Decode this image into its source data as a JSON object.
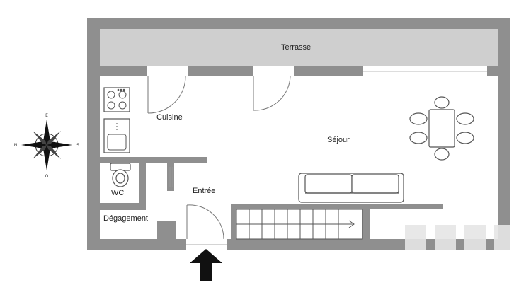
{
  "plan": {
    "rooms": {
      "terrasse": "Terrasse",
      "cuisine": "Cuisine",
      "sejour": "Séjour",
      "entree": "Entrée",
      "wc": "WC",
      "degagement": "Dégagement"
    },
    "colors": {
      "wall": "#8f8f8f",
      "terrace": "#cfcfcf",
      "floor": "#ffffff",
      "fixture_stroke": "#555555",
      "arrow": "#111111"
    },
    "icons": [
      "compass-rose-icon",
      "entrance-arrow-icon",
      "watermark-logo"
    ]
  }
}
